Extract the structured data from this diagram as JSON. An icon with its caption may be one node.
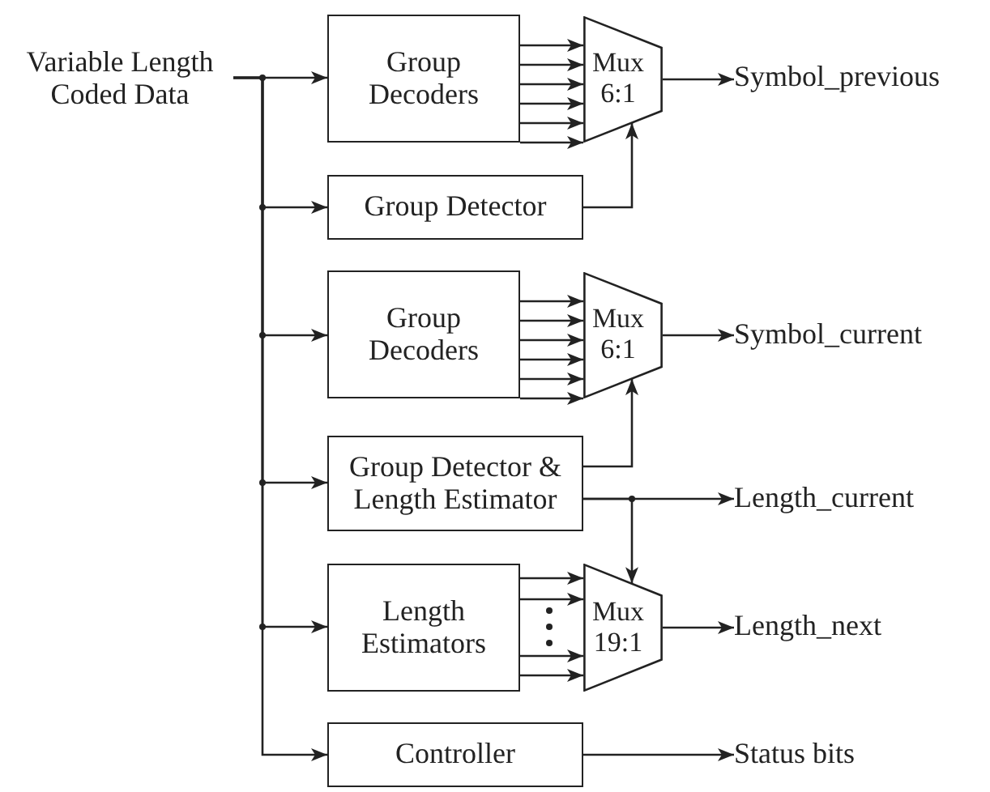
{
  "diagram": {
    "nodes": [
      {
        "text": [
          "Variable Length Coded Data"
        ]
      },
      {
        "text": [
          "Group Decoders"
        ]
      },
      {
        "text": [
          "Mux 6:1"
        ]
      },
      {
        "text": [
          "Symbol_previous"
        ]
      },
      {
        "text": [
          "Group Detector"
        ]
      },
      {
        "text": [
          "Group Decoders"
        ]
      },
      {
        "text": [
          "Mux 6:1"
        ]
      },
      {
        "text": [
          "Symbol_current"
        ]
      },
      {
        "text": [
          "Group Detector & Length Estimator"
        ]
      },
      {
        "text": [
          "Length_current"
        ]
      },
      {
        "text": [
          "Length Estimators"
        ]
      },
      {
        "text": [
          "Mux 19:1"
        ]
      },
      {
        "text": [
          "Length_next"
        ]
      },
      {
        "text": [
          "Controller"
        ]
      },
      {
        "text": [
          "Status bits"
        ]
      }
    ],
    "edges": [
      {
        "from": 0,
        "to": 1,
        "arrow": "to"
      },
      {
        "from": 0,
        "to": 4,
        "arrow": "to"
      },
      {
        "from": 0,
        "to": 5,
        "arrow": "to"
      },
      {
        "from": 0,
        "to": 8,
        "arrow": "to"
      },
      {
        "from": 0,
        "to": 10,
        "arrow": "to"
      },
      {
        "from": 0,
        "to": 13,
        "arrow": "to"
      },
      {
        "from": 1,
        "to": 2,
        "arrow": "to"
      },
      {
        "from": 1,
        "to": 2,
        "arrow": "to"
      },
      {
        "from": 1,
        "to": 2,
        "arrow": "to"
      },
      {
        "from": 1,
        "to": 2,
        "arrow": "to"
      },
      {
        "from": 1,
        "to": 2,
        "arrow": "to"
      },
      {
        "from": 1,
        "to": 2,
        "arrow": "to"
      },
      {
        "from": 4,
        "to": 2,
        "arrow": "to"
      },
      {
        "from": 2,
        "to": 3,
        "arrow": "to"
      },
      {
        "from": 5,
        "to": 6,
        "arrow": "to"
      },
      {
        "from": 5,
        "to": 6,
        "arrow": "to"
      },
      {
        "from": 5,
        "to": 6,
        "arrow": "to"
      },
      {
        "from": 5,
        "to": 6,
        "arrow": "to"
      },
      {
        "from": 5,
        "to": 6,
        "arrow": "to"
      },
      {
        "from": 5,
        "to": 6,
        "arrow": "to"
      },
      {
        "from": 8,
        "to": 6,
        "arrow": "to"
      },
      {
        "from": 6,
        "to": 7,
        "arrow": "to"
      },
      {
        "from": 8,
        "to": 9,
        "arrow": "to"
      },
      {
        "from": 8,
        "to": 11,
        "arrow": "to"
      },
      {
        "from": 10,
        "to": 11,
        "arrow": "to"
      },
      {
        "from": 10,
        "to": 11,
        "arrow": "to"
      },
      {
        "from": 10,
        "to": 11,
        "arrow": "to"
      },
      {
        "from": 10,
        "to": 11,
        "arrow": "to"
      },
      {
        "from": 11,
        "to": 12,
        "arrow": "to"
      },
      {
        "from": 13,
        "to": 14,
        "arrow": "to"
      }
    ]
  }
}
